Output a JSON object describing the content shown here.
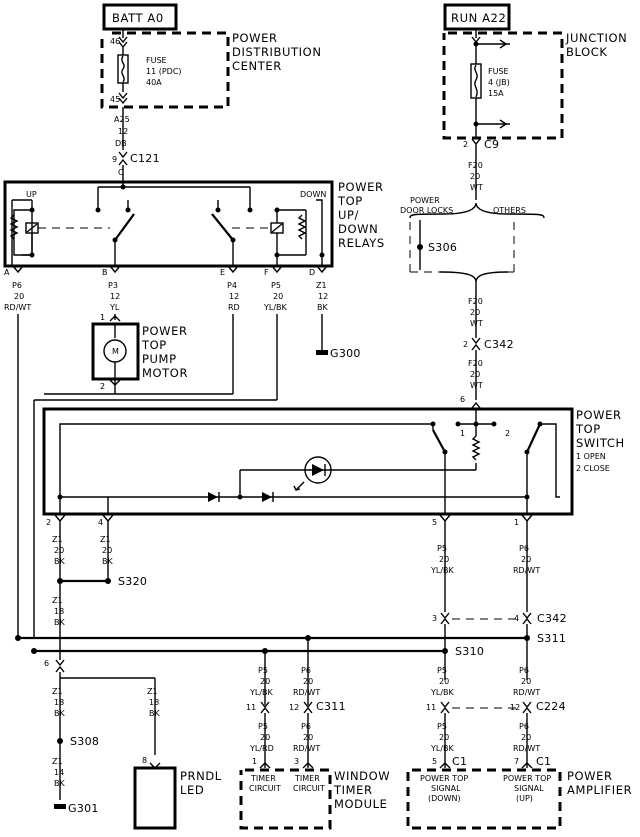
{
  "blocks": {
    "batt": "BATT A0",
    "run": "RUN A22",
    "pdc": [
      "POWER",
      "DISTRIBUTION",
      "CENTER"
    ],
    "junction": [
      "JUNCTION",
      "BLOCK"
    ],
    "relays": [
      "POWER",
      "TOP",
      "UP/",
      "DOWN",
      "RELAYS"
    ],
    "motor": [
      "POWER",
      "TOP",
      "PUMP",
      "MOTOR"
    ],
    "switch": [
      "POWER",
      "TOP",
      "SWITCH"
    ],
    "switch_modes": [
      "1 OPEN",
      "2 CLOSE"
    ],
    "prndl": [
      "PRNDL",
      "LED"
    ],
    "timer": [
      "WINDOW",
      "TIMER",
      "MODULE"
    ],
    "amplifier": [
      "POWER",
      "AMPLIFIER"
    ]
  },
  "fuses": {
    "pdc": {
      "name": "FUSE",
      "id": "11 (PDC)",
      "rating": "40A",
      "pin_top": "46",
      "pin_bottom": "45"
    },
    "jb": {
      "name": "FUSE",
      "id": "4 (JB)",
      "rating": "15A"
    }
  },
  "relay": {
    "up": "UP",
    "down": "DOWN",
    "m": "M"
  },
  "connectors": {
    "c121": "C121",
    "c121_left": "9",
    "c121_right": "C",
    "c9": "C9",
    "c9_pin": "2",
    "c342": "C342",
    "c342_pin": "2",
    "c342b": "C342",
    "c342b_pin3": "3",
    "c342b_pin4": "4",
    "c311": "C311",
    "c311_pin11": "11",
    "c311_pin12": "12",
    "c224": "C224",
    "c224_pin11": "11",
    "c224_pin12": "12",
    "c1a": "C1",
    "c1a_pin": "5",
    "c1b": "C1",
    "c1b_pin": "7",
    "switch_pin6": "6",
    "switch_pin2": "2",
    "switch_pin4": "4",
    "switch_pin5": "5",
    "switch_pin1": "1",
    "sw_inner1": "1",
    "sw_inner2": "2",
    "motor_pin1": "1",
    "motor_pin2": "2",
    "prndl_pin": "8",
    "timer_pin1": "1",
    "timer_pin3": "3",
    "relay_pins": [
      "A",
      "B",
      "E",
      "F",
      "D"
    ],
    "splice6": "6"
  },
  "splices": {
    "s306": "S306",
    "s320": "S320",
    "s311": "S311",
    "s310": "S310",
    "s308": "S308"
  },
  "grounds": {
    "g300": "G300",
    "g301": "G301"
  },
  "power_door": [
    "POWER",
    "DOOR LOCKS"
  ],
  "others": "OTHERS",
  "wires": {
    "a25": [
      "A25",
      "12",
      "DB"
    ],
    "f20a": [
      "F20",
      "20",
      "WT"
    ],
    "f20b": [
      "F20",
      "20",
      "WT"
    ],
    "f20c": [
      "F20",
      "20",
      "WT"
    ],
    "p6": [
      "P6",
      "20",
      "RD/WT"
    ],
    "p3": [
      "P3",
      "12",
      "YL"
    ],
    "p4": [
      "P4",
      "12",
      "RD"
    ],
    "p5": [
      "P5",
      "20",
      "YL/BK"
    ],
    "z1": [
      "Z1",
      "12",
      "BK"
    ],
    "sz1a": [
      "Z1",
      "20",
      "BK"
    ],
    "sz1b": [
      "Z1",
      "20",
      "BK"
    ],
    "sp5": [
      "P5",
      "20",
      "YL/BK"
    ],
    "sp6": [
      "P6",
      "20",
      "RD/WT"
    ],
    "z1_18a": [
      "Z1",
      "18",
      "BK"
    ],
    "z1_18b": [
      "Z1",
      "18",
      "BK"
    ],
    "z1_18c": [
      "Z1",
      "18",
      "BK"
    ],
    "z1_14": [
      "Z1",
      "14",
      "BK"
    ],
    "tp5": [
      "P5",
      "20",
      "YL/BK"
    ],
    "tp6": [
      "P6",
      "20",
      "RD/WT"
    ],
    "tp5b": [
      "P5",
      "20",
      "YL/RD"
    ],
    "tp6b": [
      "P6",
      "20",
      "RD/WT"
    ],
    "ap5": [
      "P5",
      "20",
      "YL/BK"
    ],
    "ap6": [
      "P6",
      "20",
      "RD/WT"
    ],
    "ap5b": [
      "P5",
      "20",
      "YL/BK"
    ],
    "ap6b": [
      "P6",
      "20",
      "RD/WT"
    ]
  },
  "circuits": {
    "timer_circuit": [
      "TIMER",
      "CIRCUIT"
    ],
    "pt_down": [
      "POWER TOP",
      "SIGNAL",
      "(DOWN)"
    ],
    "pt_up": [
      "POWER TOP",
      "SIGNAL",
      "(UP)"
    ]
  }
}
